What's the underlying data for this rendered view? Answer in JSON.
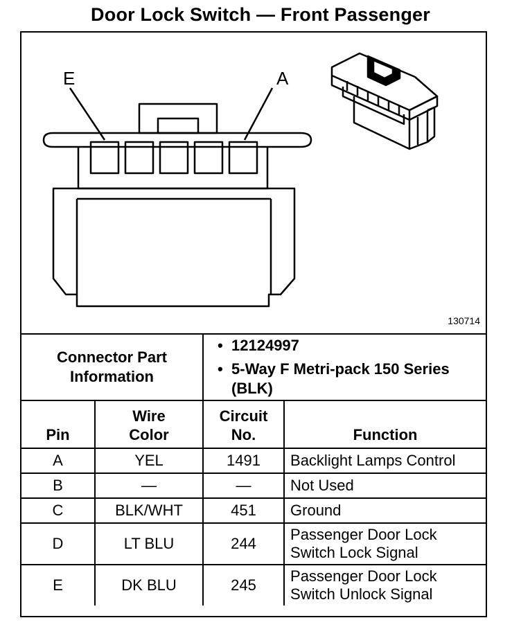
{
  "title": "Door Lock Switch — Front Passenger",
  "diagram": {
    "cavity_label_left": "E",
    "cavity_label_right": "A",
    "figure_number": "130714"
  },
  "connector_info": {
    "label": "Connector Part Information",
    "items": [
      "12124997",
      "5-Way F Metri-pack 150 Series (BLK)"
    ]
  },
  "table": {
    "headers": {
      "pin": "Pin",
      "wire_color": "Wire Color",
      "circuit_no": "Circuit No.",
      "function": "Function"
    },
    "rows": [
      {
        "pin": "A",
        "wire_color": "YEL",
        "circuit": "1491",
        "function": "Backlight Lamps Control"
      },
      {
        "pin": "B",
        "wire_color": "—",
        "circuit": "—",
        "function": "Not Used"
      },
      {
        "pin": "C",
        "wire_color": "BLK/WHT",
        "circuit": "451",
        "function": "Ground"
      },
      {
        "pin": "D",
        "wire_color": "LT BLU",
        "circuit": "244",
        "function": "Passenger Door Lock Switch Lock Signal"
      },
      {
        "pin": "E",
        "wire_color": "DK BLU",
        "circuit": "245",
        "function": "Passenger Door Lock Switch Unlock Signal"
      }
    ]
  }
}
